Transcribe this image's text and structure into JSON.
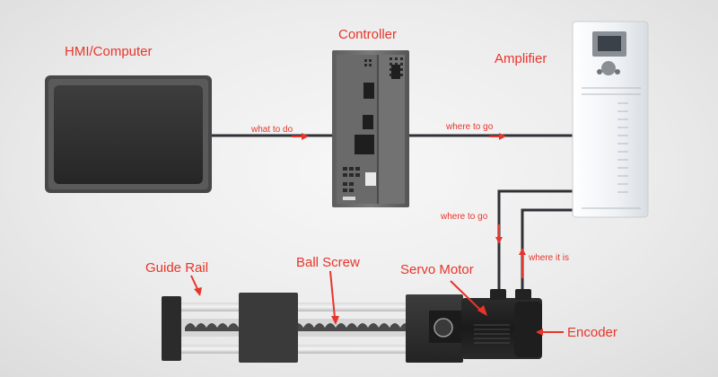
{
  "labels": {
    "hmi": "HMI/Computer",
    "controller": "Controller",
    "amplifier": "Amplifier",
    "guide_rail": "Guide Rail",
    "ball_screw": "Ball Screw",
    "servo_motor": "Servo Motor",
    "encoder": "Encoder"
  },
  "signals": {
    "what_to_do": "what to do",
    "where_to_go_top": "where to go",
    "where_to_go_side": "where to go",
    "where_it_is": "where it is"
  },
  "colors": {
    "label": "#e8352b",
    "arrow": "#e8352b",
    "cable": "#2f3135",
    "device_dark": "#3a3a3a"
  }
}
